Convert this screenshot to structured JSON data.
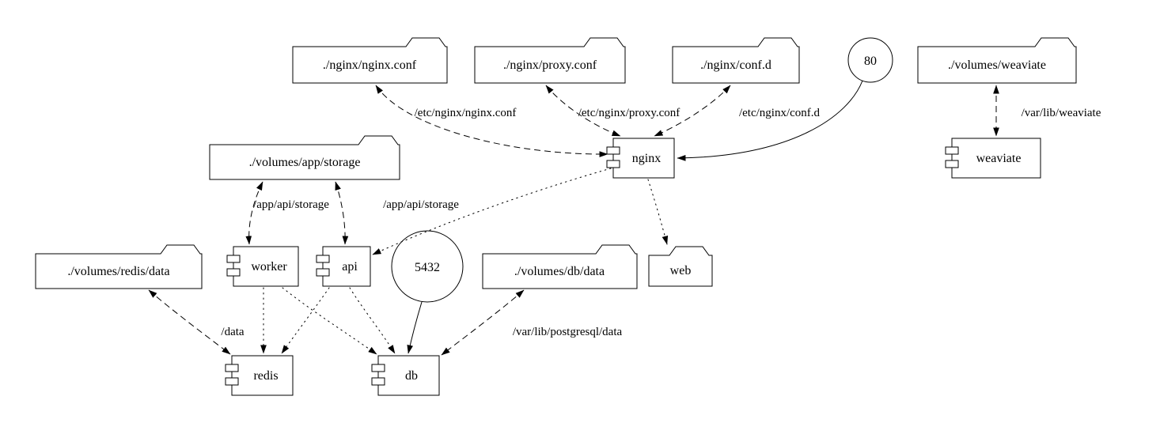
{
  "diagram": {
    "nodes": {
      "nginx_conf": {
        "label": "./nginx/nginx.conf"
      },
      "proxy_conf": {
        "label": "./nginx/proxy.conf"
      },
      "conf_d": {
        "label": "./nginx/conf.d"
      },
      "port_80": {
        "label": "80"
      },
      "volumes_weaviate": {
        "label": "./volumes/weaviate"
      },
      "volumes_app_storage": {
        "label": "./volumes/app/storage"
      },
      "nginx": {
        "label": "nginx"
      },
      "weaviate": {
        "label": "weaviate"
      },
      "volumes_redis_data": {
        "label": "./volumes/redis/data"
      },
      "worker": {
        "label": "worker"
      },
      "api": {
        "label": "api"
      },
      "port_5432": {
        "label": "5432"
      },
      "volumes_db_data": {
        "label": "./volumes/db/data"
      },
      "web": {
        "label": "web"
      },
      "redis": {
        "label": "redis"
      },
      "db": {
        "label": "db"
      }
    },
    "edge_labels": {
      "nginx_conf_mount": "/etc/nginx/nginx.conf",
      "proxy_conf_mount": "/etc/nginx/proxy.conf",
      "conf_d_mount": "/etc/nginx/conf.d",
      "weaviate_mount": "/var/lib/weaviate",
      "worker_storage_mount": "/app/api/storage",
      "api_storage_mount": "/app/api/storage",
      "redis_data_mount": "/data",
      "db_data_mount": "/var/lib/postgresql/data"
    },
    "colors": {
      "stroke": "#000000",
      "fill": "#ffffff"
    }
  }
}
